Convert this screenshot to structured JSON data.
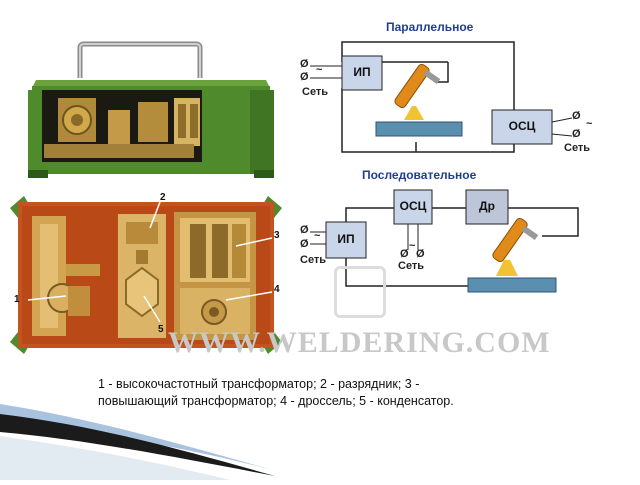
{
  "photos": {
    "top": {
      "alt": "welding oscillator in green case"
    },
    "bottom": {
      "alt": "oscillator internals",
      "callouts": [
        "1",
        "2",
        "3",
        "4",
        "5"
      ]
    }
  },
  "diagrams": {
    "parallel": {
      "title": "Параллельное",
      "source_box": "ИП",
      "osc_box": "ОСЦ",
      "mains_left": "Сеть",
      "mains_right": "Сеть"
    },
    "series": {
      "title": "Последовательное",
      "source_box": "ИП",
      "osc_box": "ОСЦ",
      "choke_box": "Др",
      "mains_left": "Сеть",
      "mains_osc": "Сеть"
    },
    "terminal_symbol": "Ø",
    "ac_symbol": "~"
  },
  "watermark": "WWW.WELDERING.COM",
  "caption": {
    "line1": "1 - высокочастотный трансформатор; 2 - разрядник; 3 -",
    "line2": "повышающий трансформатор; 4 - дроссель; 5 - конденсатор."
  },
  "colors": {
    "case_green": "#4f8a2c",
    "panel_orange": "#c4541f",
    "box_fill": "#c9d6ea",
    "box_fill_choke": "#bcc6d8",
    "plate_blue": "#5b8fb0",
    "torch_orange": "#e08a1a",
    "title_blue": "#1f3f8f"
  }
}
